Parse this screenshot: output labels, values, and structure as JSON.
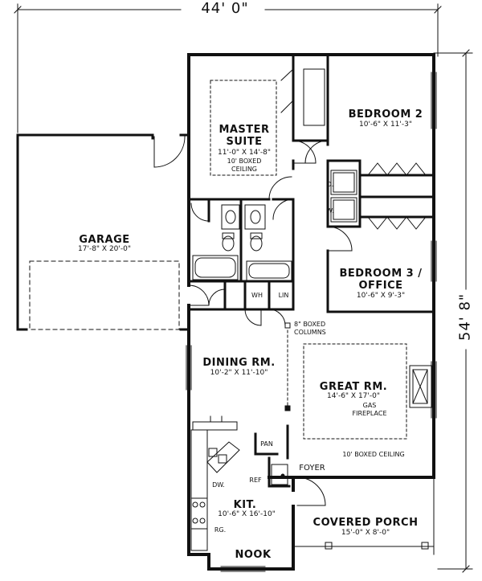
{
  "overall": {
    "width": "44' 0\"",
    "depth": "54' 8\""
  },
  "rooms": {
    "master_suite": {
      "name_line1": "MASTER",
      "name_line2": "SUITE",
      "size": "11'-0\" X 14'-8\"",
      "note_line1": "10' BOXED",
      "note_line2": "CEILING"
    },
    "bedroom2": {
      "name": "BEDROOM 2",
      "size": "10'-6\" X 11'-3\""
    },
    "bedroom3": {
      "name_line1": "BEDROOM 3 /",
      "name_line2": "OFFICE",
      "size": "10'-6\" X 9'-3\""
    },
    "garage": {
      "name": "GARAGE",
      "size": "17'-8\" X 20'-0\""
    },
    "dining": {
      "name": "DINING RM.",
      "size": "10'-2\" X 11'-10\""
    },
    "great": {
      "name": "GREAT RM.",
      "size": "14'-6\" X 17'-0\"",
      "note_line1": "GAS",
      "note_line2": "FIREPLACE",
      "ceiling": "10' BOXED CEILING"
    },
    "kitchen": {
      "name": "KIT.",
      "size": "10'-6\" X 16'-10\""
    },
    "nook": {
      "name": "NOOK"
    },
    "foyer": {
      "name": "FOYER"
    },
    "porch": {
      "name": "COVERED PORCH",
      "size": "15'-0\" X 8'-0\""
    }
  },
  "labels": {
    "columns_line1": "8\" BOXED",
    "columns_line2": "COLUMNS",
    "washer": "W.",
    "dryer": "D.",
    "water_heater": "WH",
    "linen": "LIN",
    "pantry": "PAN",
    "refrigerator": "REF",
    "dishwasher": "DW.",
    "range": "RG."
  }
}
